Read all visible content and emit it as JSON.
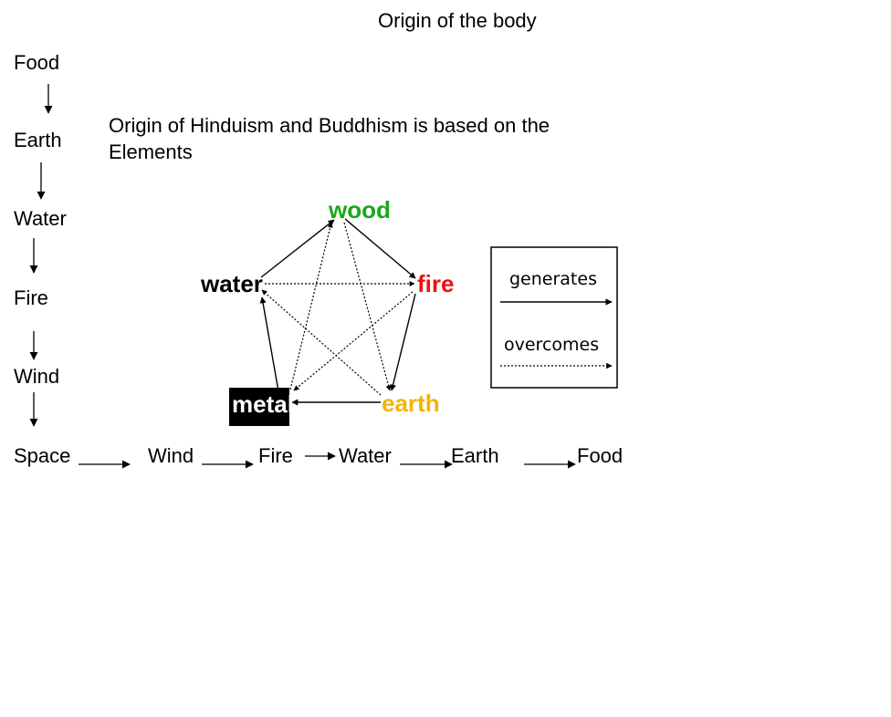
{
  "title": "Origin of the body",
  "subtitle": "Origin of Hinduism and Buddhism is based on the Elements",
  "vertical_sequence": [
    "Food",
    "Earth",
    "Water",
    "Fire",
    "Wind"
  ],
  "horizontal_sequence": [
    "Space",
    "Wind",
    "Fire",
    "Water",
    "Earth",
    "Food"
  ],
  "elements": {
    "wood": "wood",
    "fire": "fire",
    "earth": "earth",
    "metal": "metal",
    "water": "water"
  },
  "element_colors": {
    "wood": "#1aa81a",
    "fire": "#ee1111",
    "earth": "#f4b400",
    "metal": "#ffffff",
    "water": "#000000"
  },
  "legend": {
    "generates": "generates",
    "overcomes": "overcomes"
  }
}
